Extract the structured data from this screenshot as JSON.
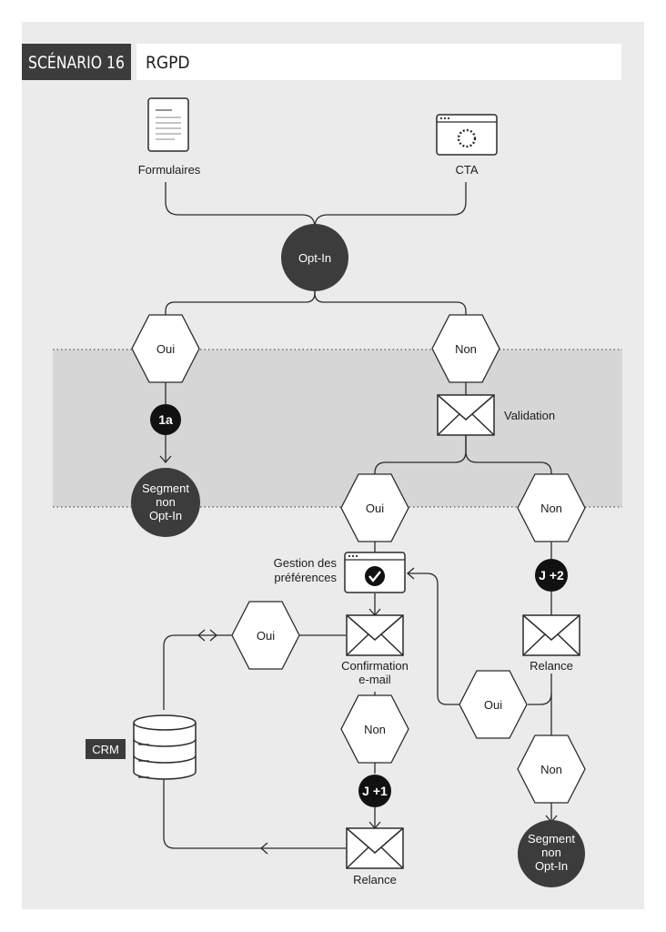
{
  "header": {
    "scenario": "SCÉNARIO 16",
    "title": "RGPD"
  },
  "labels": {
    "formulaires": "Formulaires",
    "cta": "CTA",
    "optin": "Opt-In",
    "oui": "Oui",
    "non": "Non",
    "validation": "Validation",
    "badge_1a": "1a",
    "badge_j2": "J +2",
    "badge_j1": "J +1",
    "segment": [
      "Segment",
      "non",
      "Opt-In"
    ],
    "gestion": [
      "Gestion des",
      "préférences"
    ],
    "confirmation": [
      "Confirmation",
      "e-mail"
    ],
    "relance": "Relance",
    "crm": "CRM"
  },
  "colors": {
    "background": "#ebebeb",
    "band": "#d6d6d6",
    "dark": "#3c3c3c",
    "black": "#111111",
    "line": "#2b2b2b"
  },
  "icons": {
    "form": "document-icon",
    "cta": "browser-loading-icon",
    "mail": "envelope-icon",
    "prefs": "browser-check-icon",
    "crm": "database-icon"
  }
}
